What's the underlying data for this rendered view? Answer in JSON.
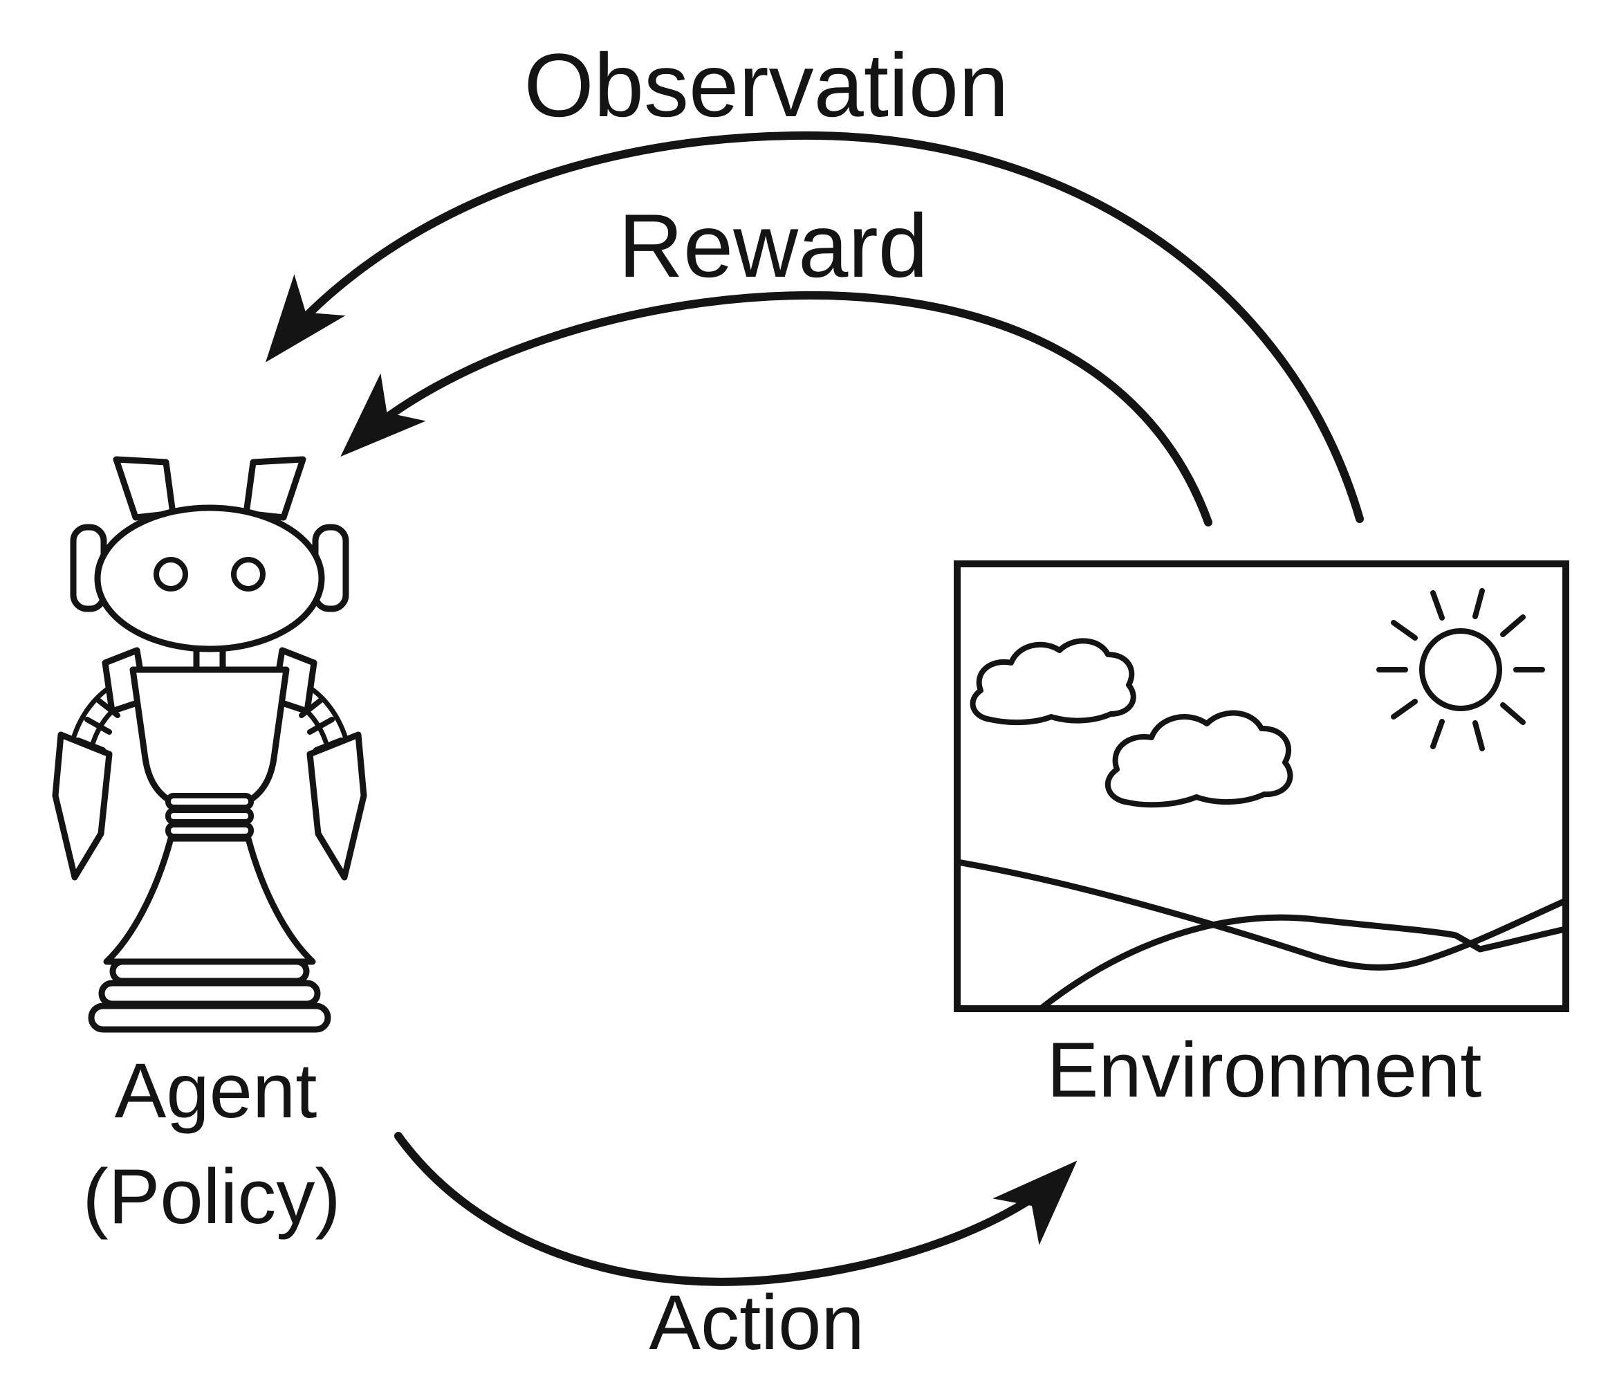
{
  "labels": {
    "observation": "Observation",
    "reward": "Reward",
    "action": "Action",
    "agent_line1": "Agent",
    "agent_line2": "(Policy)",
    "environment": "Environment"
  },
  "icons": {
    "agent": "robot-icon",
    "environment": "landscape-picture",
    "sun": "sun-icon",
    "clouds": "cloud-icon",
    "hills": "hills-icon",
    "arrowhead": "arrowhead-icon"
  },
  "colors": {
    "ink": "#141414",
    "background": "#ffffff"
  }
}
